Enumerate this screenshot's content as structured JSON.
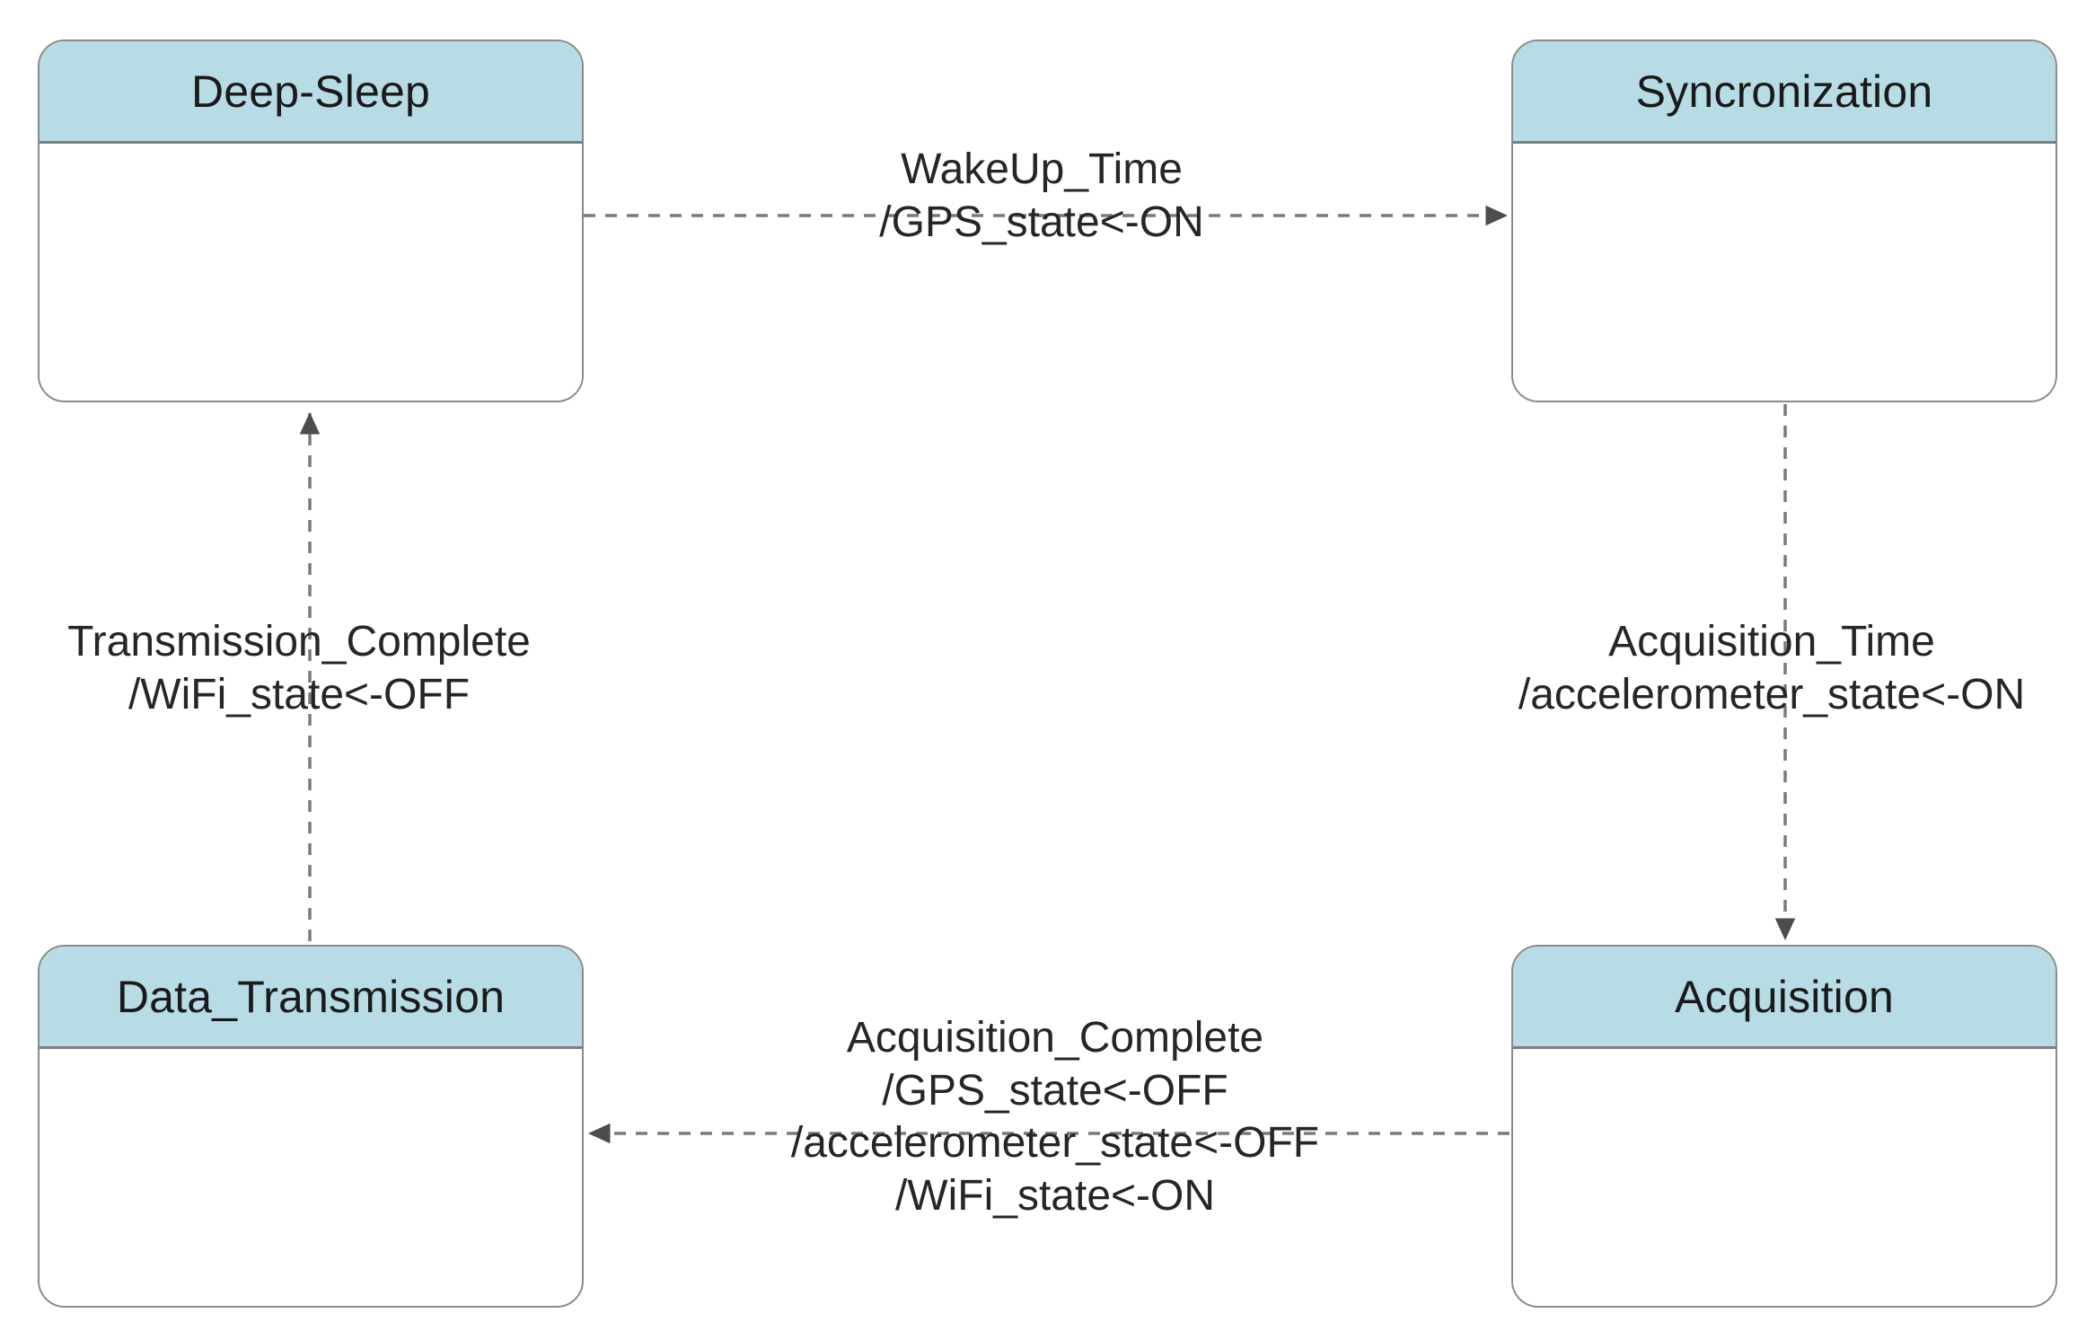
{
  "diagram": {
    "type": "state-machine",
    "title": "",
    "colors": {
      "header_fill": "#b7dce5",
      "node_border": "#8a8a8a",
      "node_body": "#ffffff",
      "edge_stroke": "#595959",
      "text": "#262626",
      "background": "#ffffff"
    },
    "states": [
      {
        "id": "deep-sleep",
        "label": "Deep-Sleep"
      },
      {
        "id": "syncronization",
        "label": "Syncronization"
      },
      {
        "id": "acquisition",
        "label": "Acquisition"
      },
      {
        "id": "data-transmission",
        "label": "Data_Transmission"
      }
    ],
    "transitions": [
      {
        "id": "t-wakeup",
        "from": "Deep-Sleep",
        "to": "Syncronization",
        "direction": "right",
        "style": "dashed",
        "lines": [
          "WakeUp_Time",
          "/GPS_state<-ON"
        ]
      },
      {
        "id": "t-acquisition-time",
        "from": "Syncronization",
        "to": "Acquisition",
        "direction": "down",
        "style": "dashed",
        "lines": [
          "Acquisition_Time",
          "/accelerometer_state<-ON"
        ]
      },
      {
        "id": "t-acquisition-complete",
        "from": "Acquisition",
        "to": "Data_Transmission",
        "direction": "left",
        "style": "dashed",
        "lines": [
          "Acquisition_Complete",
          "/GPS_state<-OFF",
          "/accelerometer_state<-OFF",
          "/WiFi_state<-ON"
        ]
      },
      {
        "id": "t-transmission-complete",
        "from": "Data_Transmission",
        "to": "Deep-Sleep",
        "direction": "up",
        "style": "dashed",
        "lines": [
          "Transmission_Complete",
          "/WiFi_state<-OFF"
        ]
      }
    ]
  }
}
